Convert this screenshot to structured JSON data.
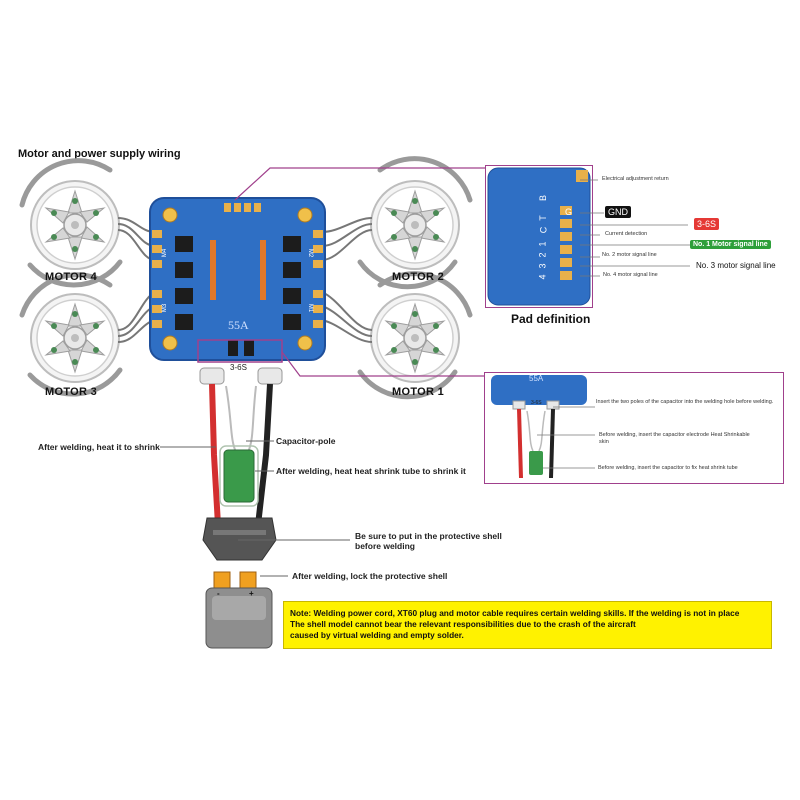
{
  "title": "Motor and power supply wiring",
  "board": {
    "current": "55A",
    "voltage": "3-6S",
    "pad_labels": [
      "M4",
      "M3",
      "M2",
      "M1"
    ]
  },
  "motors": {
    "m1": "MOTOR 1",
    "m2": "MOTOR 2",
    "m3": "MOTOR 3",
    "m4": "MOTOR 4"
  },
  "pad_definition": {
    "title": "Pad definition",
    "pad_letters": [
      "B",
      "T",
      "C",
      "1",
      "2",
      "3",
      "4"
    ],
    "electrical_return": "Electrical adjustment return",
    "gnd": "GND",
    "voltage": "3-6S",
    "current_detection": "Current detection",
    "m1_signal": "No. 1 Motor signal line",
    "m2_signal": "No. 2 motor signal line",
    "m3_signal": "No. 3 motor signal line",
    "m4_signal": "No. 4 motor signal line",
    "pad_g": "G"
  },
  "capacitor_inset": {
    "board_current": "55A",
    "board_voltage": "3-6S",
    "step1": "Insert the two poles of the capacitor into the welding hole before welding.",
    "step2": "Before welding, insert the capacitor electrode Heat Shrinkable skin",
    "step3": "Before welding, insert the capacitor to fix heat shrink tube"
  },
  "callouts": {
    "after_welding_shrink": "After welding, heat it to shrink",
    "capacitor_pole": "Capacitor-pole",
    "heat_shrink_tube": "After welding, heat heat shrink tube to shrink it",
    "protective_shell_1": "Be sure to put in the protective shell",
    "protective_shell_2": "before welding",
    "lock_shell": "After welding, lock the protective shell",
    "plug_minus": "-",
    "plug_plus": "+"
  },
  "note": {
    "line1": "Note: Welding power cord, XT60 plug and motor cable requires certain welding skills. If the welding is not in place",
    "line2": "The shell model cannot bear the relevant responsibilities due to the crash of the aircraft",
    "line3": "caused by virtual welding and empty solder."
  },
  "colors": {
    "board": "#2f6fc4",
    "board_edge": "#1f4f9a",
    "pad": "#e8b04a",
    "accent_magenta": "#a0408c",
    "note_bg": "#fff200",
    "wire_red": "#d32f2f",
    "wire_black": "#222222",
    "capacitor": "#3a9a4a",
    "tag_gnd": "#111111",
    "tag_vol": "#e53935",
    "tag_m1": "#2e9f3a",
    "tag_m2": "#1e88e5"
  }
}
